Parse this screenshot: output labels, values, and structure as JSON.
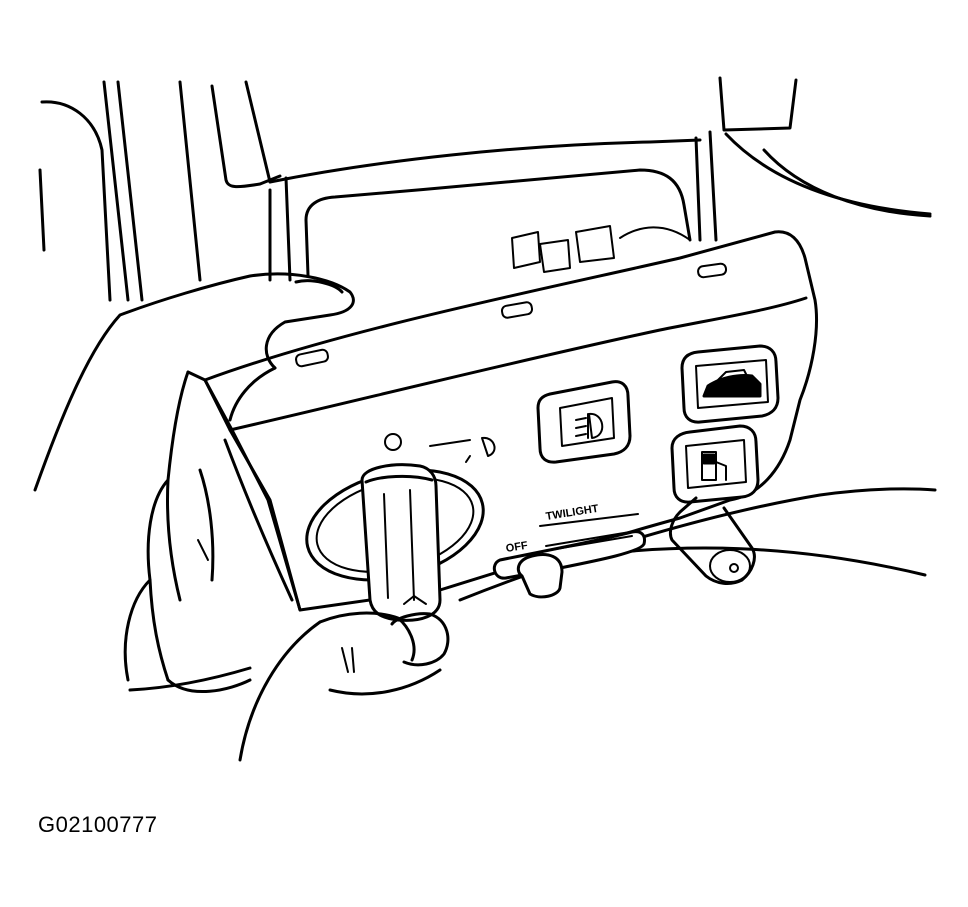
{
  "figure": {
    "id": "G02100777"
  },
  "switch_panel": {
    "twilight_label": "TWILIGHT",
    "off_label": "OFF"
  }
}
